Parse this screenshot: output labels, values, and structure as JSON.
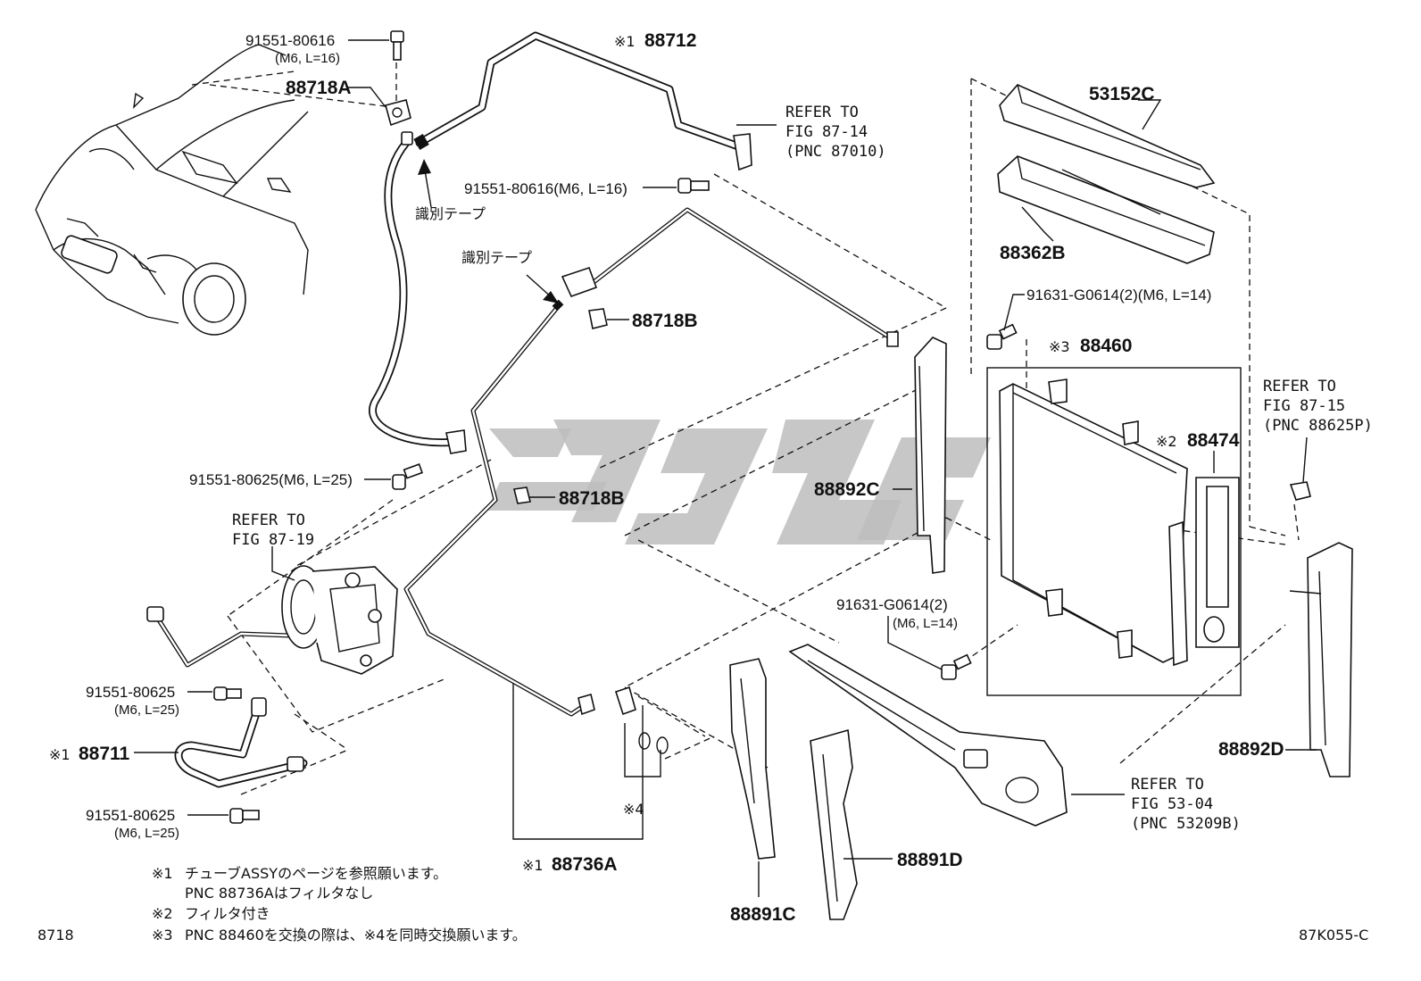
{
  "callouts": {
    "bolt_top": {
      "pn": "91551-80616",
      "spec": "(M6, L=16)"
    },
    "clamp_88718a": {
      "pn": "88718A"
    },
    "tube_88712": {
      "mark": "※1",
      "pn": "88712"
    },
    "refer_87_14": {
      "line1": "REFER TO",
      "line2": "FIG 87-14",
      "line3": "(PNC 87010)"
    },
    "bolt_mid": {
      "text": "91551-80616(M6, L=16)"
    },
    "id_tape_1": {
      "text": "識別テープ"
    },
    "id_tape_2": {
      "text": "識別テープ"
    },
    "clamp_88718b_upper": {
      "pn": "88718B"
    },
    "clamp_88718b_lower": {
      "pn": "88718B"
    },
    "bolt_25_mid": {
      "text": "91551-80625(M6, L=25)"
    },
    "refer_87_19": {
      "line1": "REFER TO",
      "line2": "FIG 87-19"
    },
    "seal_53152c": {
      "pn": "53152C"
    },
    "seal_88362b": {
      "pn": "88362B"
    },
    "bolt_g0614_top": {
      "text": "91631-G0614(2)(M6, L=14)"
    },
    "condenser_88460": {
      "mark": "※3",
      "pn": "88460"
    },
    "refer_87_15": {
      "line1": "REFER TO",
      "line2": "FIG 87-15",
      "line3": "(PNC 88625P)"
    },
    "dryer_88474": {
      "mark": "※2",
      "pn": "88474"
    },
    "seal_88892c": {
      "pn": "88892C"
    },
    "bolt_g0614_low": {
      "line1": "91631-G0614(2)",
      "line2": "(M6, L=14)"
    },
    "bolt_25_a": {
      "pn": "91551-80625",
      "spec": "(M6, L=25)"
    },
    "tube_88711": {
      "mark": "※1",
      "pn": "88711"
    },
    "bolt_25_b": {
      "pn": "91551-80625",
      "spec": "(M6, L=25)"
    },
    "oring_mark": {
      "text": "※4"
    },
    "tube_88736a": {
      "mark": "※1",
      "pn": "88736A"
    },
    "seal_88891c": {
      "pn": "88891C"
    },
    "seal_88891d": {
      "pn": "88891D"
    },
    "refer_53_04": {
      "line1": "REFER TO",
      "line2": "FIG 53-04",
      "line3": "(PNC 53209B)"
    },
    "seal_88892d": {
      "pn": "88892D"
    }
  },
  "notes": [
    {
      "mark": "※1",
      "text": "チューブASSYのページを参照願います。"
    },
    {
      "mark": "",
      "text": "PNC 88736Aはフィルタなし"
    },
    {
      "mark": "※2",
      "text": "フィルタ付き"
    },
    {
      "mark": "※3",
      "text": "PNC 88460を交換の際は、※4を同時交換願います。"
    }
  ],
  "footer": {
    "section": "8718",
    "figure_code": "87K055-C"
  },
  "watermark_color": "#bdbdbd"
}
